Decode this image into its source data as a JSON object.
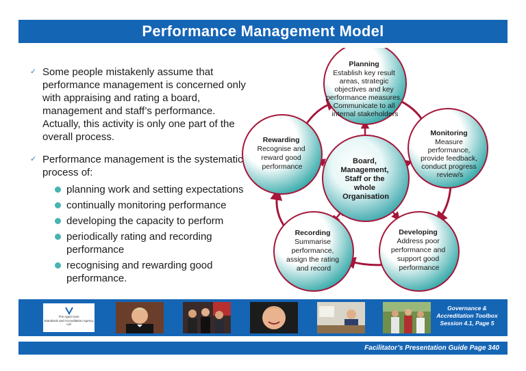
{
  "title": "Performance Management Model",
  "bullets": [
    "Some people mistakenly assume that performance management is concerned only with appraising and rating a board, management and staff’s performance. Actually, this activity is only one part of the overall process.",
    "Performance management is the systematic process of:"
  ],
  "sub_bullets": [
    "planning work and setting expectations",
    "continually monitoring performance",
    "developing the capacity to perform",
    "periodically rating and recording performance",
    "recognising and rewarding good performance."
  ],
  "diagram": {
    "center": [
      "Board,",
      "Management,",
      "Staff or the",
      "whole",
      "Organisation"
    ],
    "nodes": {
      "planning": {
        "title": "Planning",
        "lines": [
          "Establish key result",
          "areas, strategic",
          "objectives and key",
          "performance measures.",
          "Communicate to all",
          "internal stakeholders"
        ]
      },
      "monitoring": {
        "title": "Monitoring",
        "lines": [
          "Measure",
          "performance,",
          "provide feedback,",
          "conduct progress",
          "review/s"
        ]
      },
      "developing": {
        "title": "Developing",
        "lines": [
          "Address poor",
          "performance and",
          "support good",
          "performance"
        ]
      },
      "recording": {
        "title": "Recording",
        "lines": [
          "Summarise",
          "performance,",
          "assign the rating",
          "and record"
        ]
      },
      "rewarding": {
        "title": "Rewarding",
        "lines": [
          "Recognise and",
          "reward good",
          "performance"
        ]
      }
    }
  },
  "logo": {
    "name": "The Aged Care",
    "subtitle": "Standards and Accreditation Agency Ltd"
  },
  "toolbox": [
    "Governance &",
    "Accreditation Toolbox",
    "Session 4.1, Page 5"
  ],
  "footer": "Facilitator’s Presentation Guide  Page 340",
  "colors": {
    "header_blue": "#1565b5",
    "circle_edge": "#a5163a",
    "circle_teal": "#2aa4a4",
    "bullet_dot": "#48b3b3"
  }
}
